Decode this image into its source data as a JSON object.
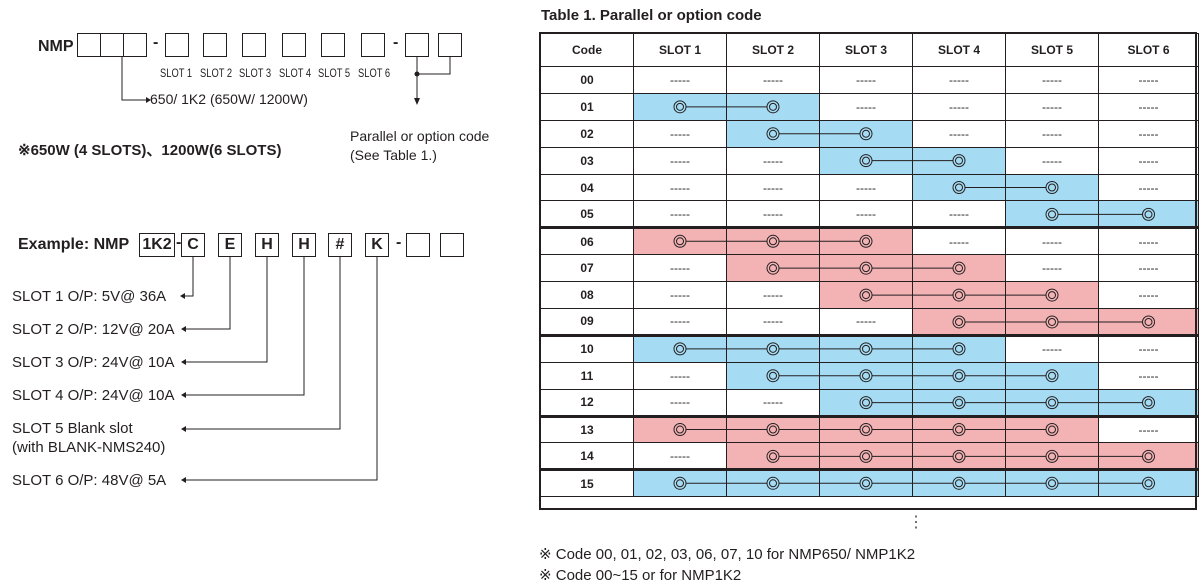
{
  "model_code": {
    "prefix": "NMP",
    "slot_labels": [
      "SLOT 1",
      "SLOT 2",
      "SLOT 3",
      "SLOT 4",
      "SLOT 5",
      "SLOT 6"
    ],
    "power_note": "650/ 1K2 (650W/ 1200W)",
    "slots_note": "※650W (4 SLOTS)、1200W(6 SLOTS)",
    "parallel_note_line1": "Parallel or option code",
    "parallel_note_line2": "(See Table 1.)",
    "hyphen": "-"
  },
  "example": {
    "label": "Example: NMP",
    "model": "1K2",
    "slots": [
      "C",
      "E",
      "H",
      "H",
      "#",
      "K"
    ],
    "descriptions": [
      "SLOT 1  O/P: 5V@ 36A",
      "SLOT 2  O/P: 12V@ 20A",
      "SLOT 3  O/P: 24V@ 10A",
      "SLOT 4  O/P: 24V@ 10A",
      "SLOT 5  Blank slot",
      "(with BLANK-NMS240)",
      "SLOT 6  O/P: 48V@ 5A"
    ]
  },
  "table": {
    "title": "Table 1. Parallel or option code",
    "headers": [
      "Code",
      "SLOT 1",
      "SLOT 2",
      "SLOT 3",
      "SLOT 4",
      "SLOT 5",
      "SLOT 6"
    ],
    "dash": "-----",
    "colors": {
      "blue": "#a6dcf3",
      "red": "#f3b3b5"
    },
    "rows": [
      {
        "code": "00",
        "start": 0,
        "end": 0,
        "color": ""
      },
      {
        "code": "01",
        "start": 1,
        "end": 2,
        "color": "blue"
      },
      {
        "code": "02",
        "start": 2,
        "end": 3,
        "color": "blue"
      },
      {
        "code": "03",
        "start": 3,
        "end": 4,
        "color": "blue"
      },
      {
        "code": "04",
        "start": 4,
        "end": 5,
        "color": "blue"
      },
      {
        "code": "05",
        "start": 5,
        "end": 6,
        "color": "blue"
      },
      {
        "code": "06",
        "start": 1,
        "end": 3,
        "color": "red"
      },
      {
        "code": "07",
        "start": 2,
        "end": 4,
        "color": "red"
      },
      {
        "code": "08",
        "start": 3,
        "end": 5,
        "color": "red"
      },
      {
        "code": "09",
        "start": 4,
        "end": 6,
        "color": "red"
      },
      {
        "code": "10",
        "start": 1,
        "end": 4,
        "color": "blue"
      },
      {
        "code": "11",
        "start": 2,
        "end": 5,
        "color": "blue"
      },
      {
        "code": "12",
        "start": 3,
        "end": 6,
        "color": "blue"
      },
      {
        "code": "13",
        "start": 1,
        "end": 5,
        "color": "red"
      },
      {
        "code": "14",
        "start": 2,
        "end": 6,
        "color": "red"
      },
      {
        "code": "15",
        "start": 1,
        "end": 6,
        "color": "blue"
      }
    ],
    "vertical_dots": "⋮",
    "notes": [
      "※  Code 00, 01, 02, 03, 06, 07, 10 for NMP650/ NMP1K2",
      "※  Code 00~15 or for NMP1K2"
    ]
  }
}
